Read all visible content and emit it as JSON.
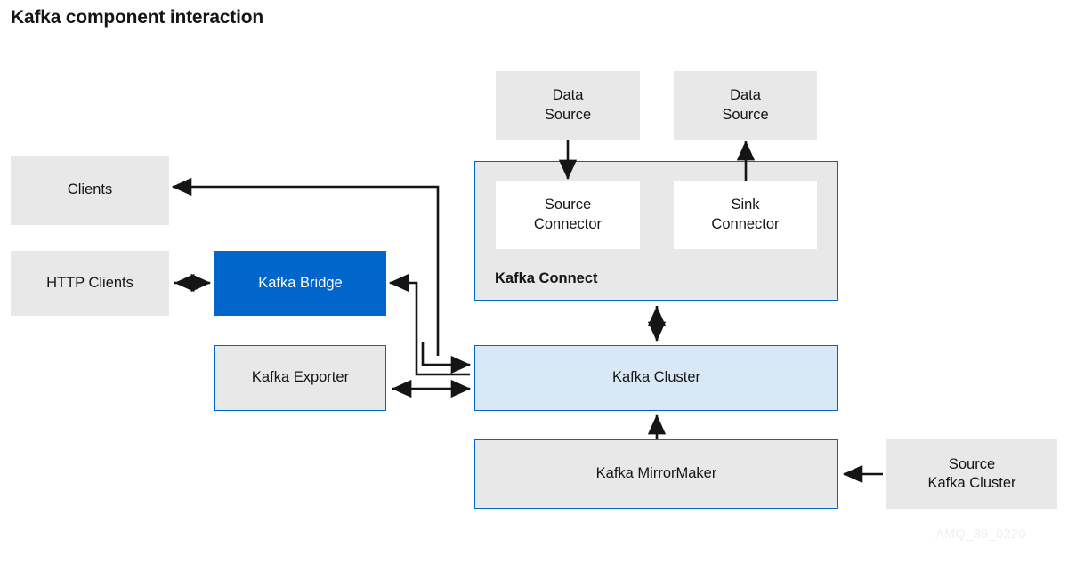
{
  "diagram": {
    "title": "Kafka component interaction",
    "watermark": "AMQ_39_0220",
    "colors": {
      "grey_fill": "#e8e8e8",
      "blue_accent": "#0066cc",
      "light_blue_fill": "#d9e8f6",
      "white_fill": "#ffffff",
      "text": "#151515",
      "arrow": "#151515"
    },
    "nodes": {
      "clients": {
        "label": "Clients"
      },
      "http_clients": {
        "label": "HTTP Clients"
      },
      "kafka_bridge": {
        "label": "Kafka Bridge"
      },
      "kafka_exporter": {
        "label": "Kafka Exporter"
      },
      "data_source_left": {
        "label": "Data\nSource"
      },
      "data_source_right": {
        "label": "Data\nSource"
      },
      "source_connector": {
        "label": "Source\nConnector"
      },
      "sink_connector": {
        "label": "Sink\nConnector"
      },
      "kafka_connect": {
        "label": "Kafka Connect"
      },
      "kafka_cluster": {
        "label": "Kafka Cluster"
      },
      "kafka_mirrormaker": {
        "label": "Kafka MirrorMaker"
      },
      "source_kafka_cluster": {
        "label": "Source\nKafka Cluster"
      }
    },
    "connections": [
      {
        "name": "cluster-to-clients",
        "from": "kafka_cluster",
        "to": "clients",
        "direction": "one-way"
      },
      {
        "name": "http-clients-to-bridge",
        "from": "http_clients",
        "to": "kafka_bridge",
        "direction": "two-way"
      },
      {
        "name": "cluster-to-bridge",
        "from": "kafka_cluster",
        "to": "kafka_bridge",
        "direction": "one-way"
      },
      {
        "name": "exporter-to-cluster",
        "from": "kafka_exporter",
        "to": "kafka_cluster",
        "direction": "two-way"
      },
      {
        "name": "data-source-to-source-connector",
        "from": "data_source_left",
        "to": "source_connector",
        "direction": "one-way"
      },
      {
        "name": "sink-connector-to-data-source",
        "from": "sink_connector",
        "to": "data_source_right",
        "direction": "one-way"
      },
      {
        "name": "connect-to-cluster",
        "from": "kafka_connect",
        "to": "kafka_cluster",
        "direction": "two-way"
      },
      {
        "name": "mirrormaker-to-cluster",
        "from": "kafka_mirrormaker",
        "to": "kafka_cluster",
        "direction": "one-way"
      },
      {
        "name": "source-cluster-to-mirrormaker",
        "from": "source_kafka_cluster",
        "to": "kafka_mirrormaker",
        "direction": "one-way"
      }
    ]
  }
}
